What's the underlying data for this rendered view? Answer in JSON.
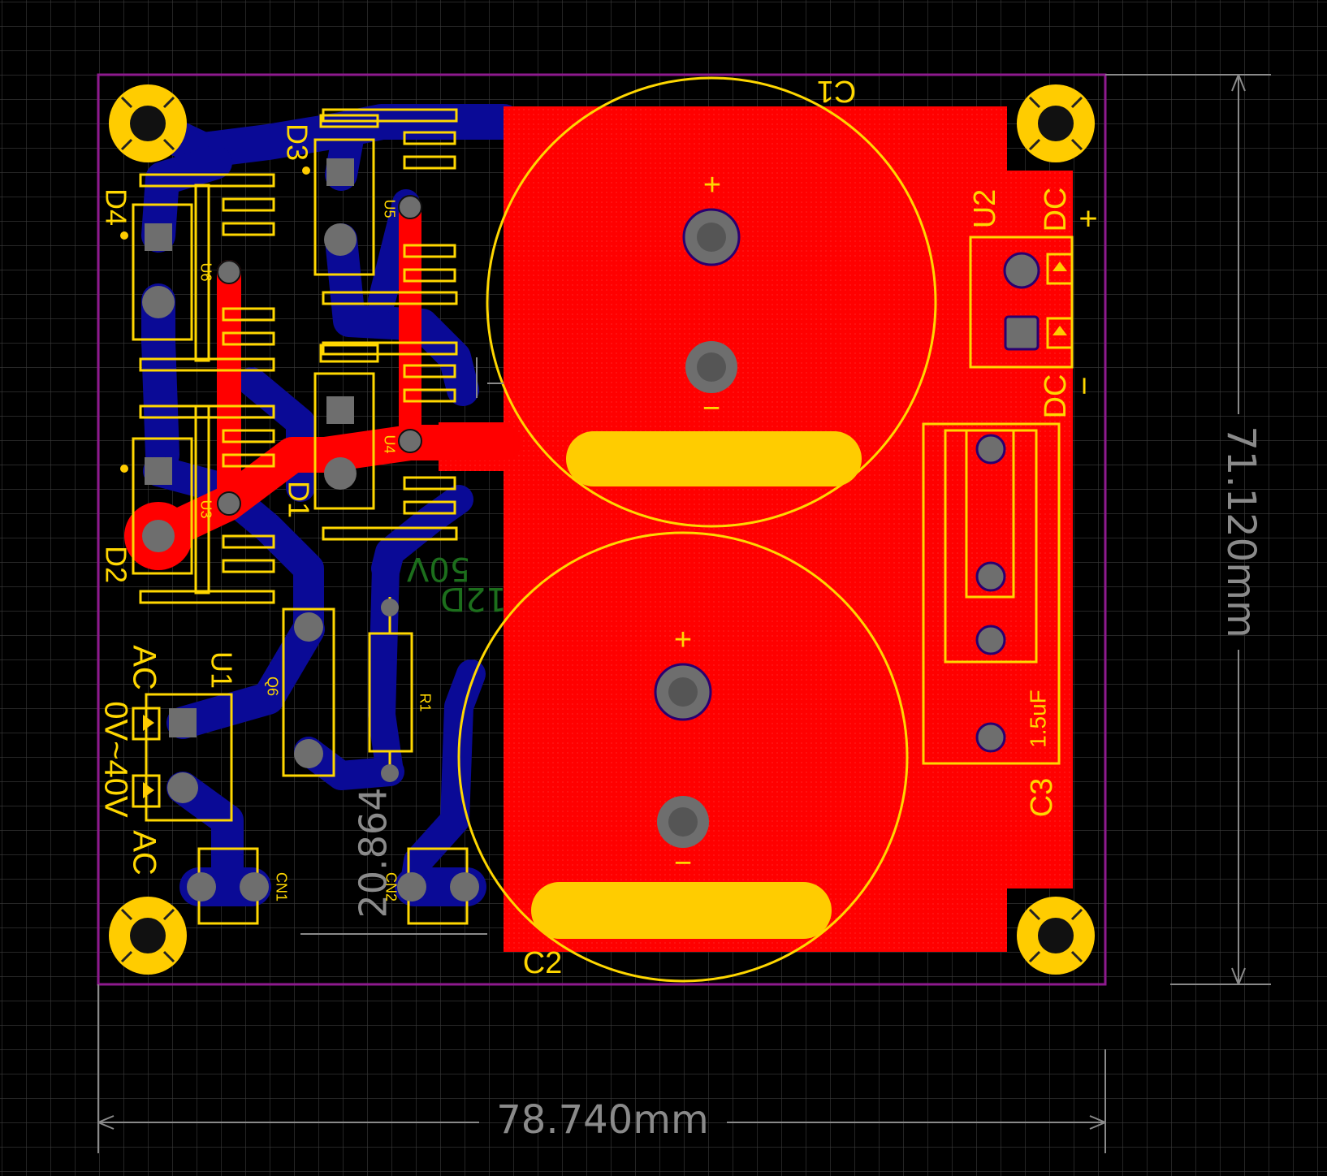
{
  "dimensions": {
    "width_label": "78.740mm",
    "height_label": "71.120mm",
    "inner_label": "20.864"
  },
  "refdes": {
    "C1": "C1",
    "C2": "C2",
    "C3": "C3",
    "U1": "U1",
    "U2": "U2",
    "U3": "U3",
    "U4": "U4",
    "U5": "U5",
    "U6": "U6",
    "D1": "D1",
    "D2": "D2",
    "D3": "D3",
    "D4": "D4",
    "R1": "R1",
    "CN1": "CN1",
    "CN2": "CN2",
    "Q6": "Q6"
  },
  "labels": {
    "ac_top": "AC",
    "voltage": "0V~40V",
    "ac_bottom": "AC",
    "dc_top": "DC",
    "dc_bottom": "DC",
    "plus": "+",
    "minus": "−",
    "c3_value": "1.5uF",
    "ghost_50v": "50V",
    "ghost_12d": "12D"
  },
  "colors": {
    "background": "#000000",
    "grid": "#3c3c3c",
    "outline": "#8e1a8e",
    "top_copper": "#ff0000",
    "bottom_copper": "#0a0a96",
    "silkscreen": "#ffd700",
    "pad": "#6e6e6e",
    "dimension": "#8a8a8a"
  }
}
